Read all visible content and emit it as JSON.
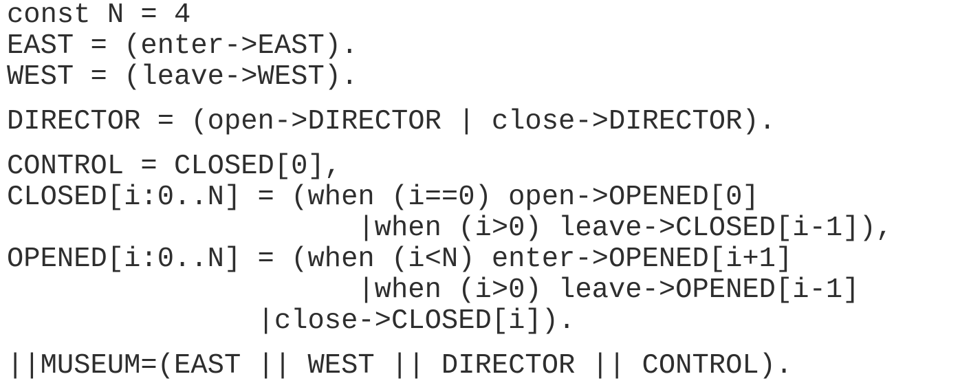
{
  "page": {
    "background_color": "#ffffff",
    "text_color": "#2e2e2e"
  },
  "code": {
    "blocks": [
      {
        "lines": [
          "const N = 4",
          "EAST = (enter->EAST).",
          "WEST = (leave->WEST)."
        ]
      },
      {
        "lines": [
          "DIRECTOR = (open->DIRECTOR | close->DIRECTOR)."
        ]
      },
      {
        "lines": [
          "CONTROL = CLOSED[0],",
          "CLOSED[i:0..N] = (when (i==0) open->OPENED[0]",
          "                     |when (i>0) leave->CLOSED[i-1]),",
          "OPENED[i:0..N] = (when (i<N) enter->OPENED[i+1]",
          "                     |when (i>0) leave->OPENED[i-1]",
          "               |close->CLOSED[i])."
        ]
      },
      {
        "lines": [
          "||MUSEUM=(EAST || WEST || DIRECTOR || CONTROL)."
        ]
      }
    ]
  }
}
